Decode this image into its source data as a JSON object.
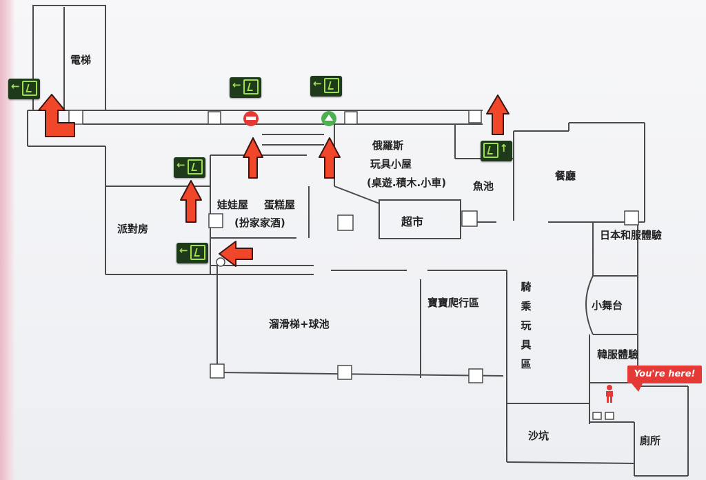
{
  "rooms": {
    "elevator": "電梯",
    "party_room": "派對房",
    "doll_house": "娃娃屋",
    "cake_house": "蛋糕屋",
    "pretend_play": "(扮家家酒)",
    "russian_house_line1": "俄羅斯",
    "russian_house_line2": "玩具小屋",
    "russian_house_note": "(桌遊.積木.小車)",
    "supermarket": "超市",
    "fish_pond": "魚池",
    "restaurant": "餐廳",
    "kimono": "日本和服體驗",
    "small_stage": "小舞台",
    "hanbok": "韓服體驗",
    "slide_ball_pool": "溜滑梯+球池",
    "baby_crawl": "寶寶爬行區",
    "ride_toys": "騎乘玩具區",
    "sandpit": "沙坑",
    "toilet": "廁所"
  },
  "you_are_here": "You're here!",
  "exit_sign_text": "EXIT",
  "colors": {
    "arrow": "#f0472a",
    "arrow_outline": "#3a1410",
    "exit_sign": "#1f3a1a",
    "exit_glyph": "#9ee04d",
    "no_entry": "#e53935",
    "go": "#4caf50",
    "walls": "#4a4a4a"
  }
}
